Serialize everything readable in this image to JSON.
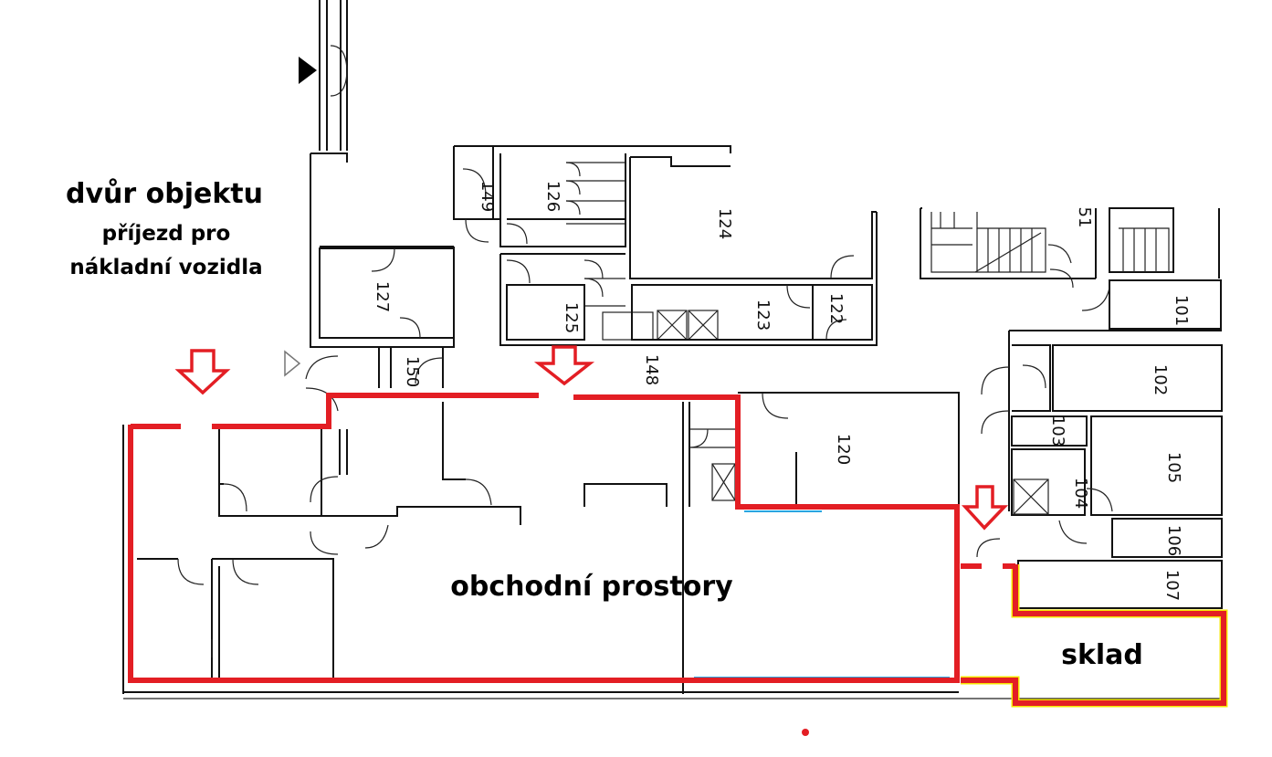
{
  "labels": {
    "courtyard": "dvůr objektu",
    "access_line1": "příjezd pro",
    "access_line2": "nákladní vozidla",
    "retail": "obchodní prostory",
    "storage": "sklad"
  },
  "rooms": [
    "149",
    "126",
    "124",
    "51",
    "127",
    "125",
    "123",
    "122",
    "101",
    "150",
    "148",
    "102",
    "120",
    "103",
    "105",
    "104",
    "106",
    "107"
  ],
  "colors": {
    "boundary": "#e31e24",
    "walls": "#111111",
    "storage_outline": "#f5e400",
    "window": "#2aa4e0"
  },
  "icons": [
    "entrance-arrow-icon",
    "door-arrow-icon",
    "north-triangle-icon"
  ]
}
